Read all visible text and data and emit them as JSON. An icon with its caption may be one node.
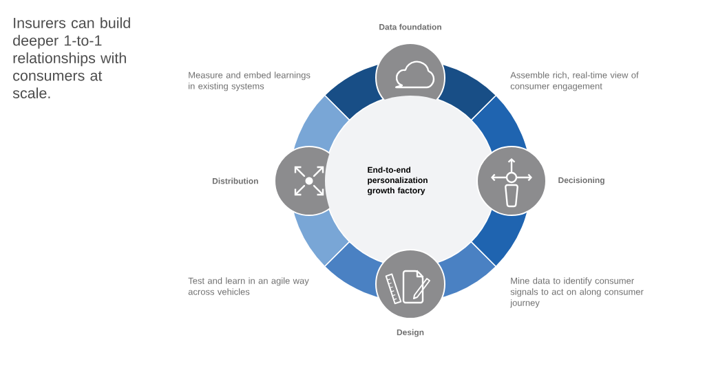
{
  "diagram": {
    "title": "Insurers can build deeper 1-to-1 relationships with consumers at scale.",
    "nodes": [
      {
        "text": [
          "Data foundation"
        ]
      },
      {
        "text": [
          "Distribution"
        ]
      },
      {
        "text": [
          "End-to-end personalization growth factory"
        ]
      },
      {
        "text": [
          "Decisioning"
        ]
      },
      {
        "text": [
          "Design"
        ]
      }
    ],
    "labels": [
      "Measure and embed learnings in existing systems",
      "Assemble rich, real-time view of consumer engagement",
      "Test and learn in an agile way across vehicles",
      "Mine data to identify consumer signals to act on along consumer journey"
    ]
  }
}
